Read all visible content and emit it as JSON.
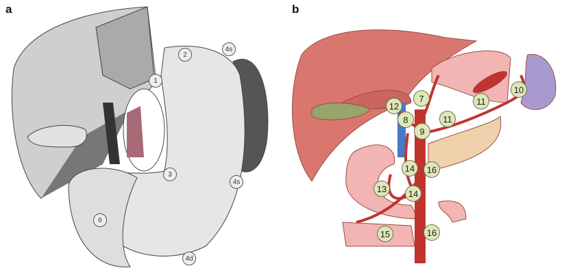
{
  "panels": {
    "a": {
      "label": "a",
      "stations": [
        "1",
        "2",
        "4s",
        "3",
        "4s",
        "4d",
        "6"
      ]
    },
    "b": {
      "label": "b",
      "stations": [
        "7",
        "12",
        "8",
        "9",
        "11",
        "11",
        "10",
        "14",
        "16",
        "13",
        "14",
        "15",
        "16"
      ]
    }
  },
  "colors": {
    "liver_b": "#d9776e",
    "node_fill": "#dfe6b8",
    "artery": "#c0342f",
    "vein": "#4a78c8",
    "spleen": "#a89ad0",
    "pancreas": "#efd2ac",
    "gallbladder": "#98a46a"
  }
}
